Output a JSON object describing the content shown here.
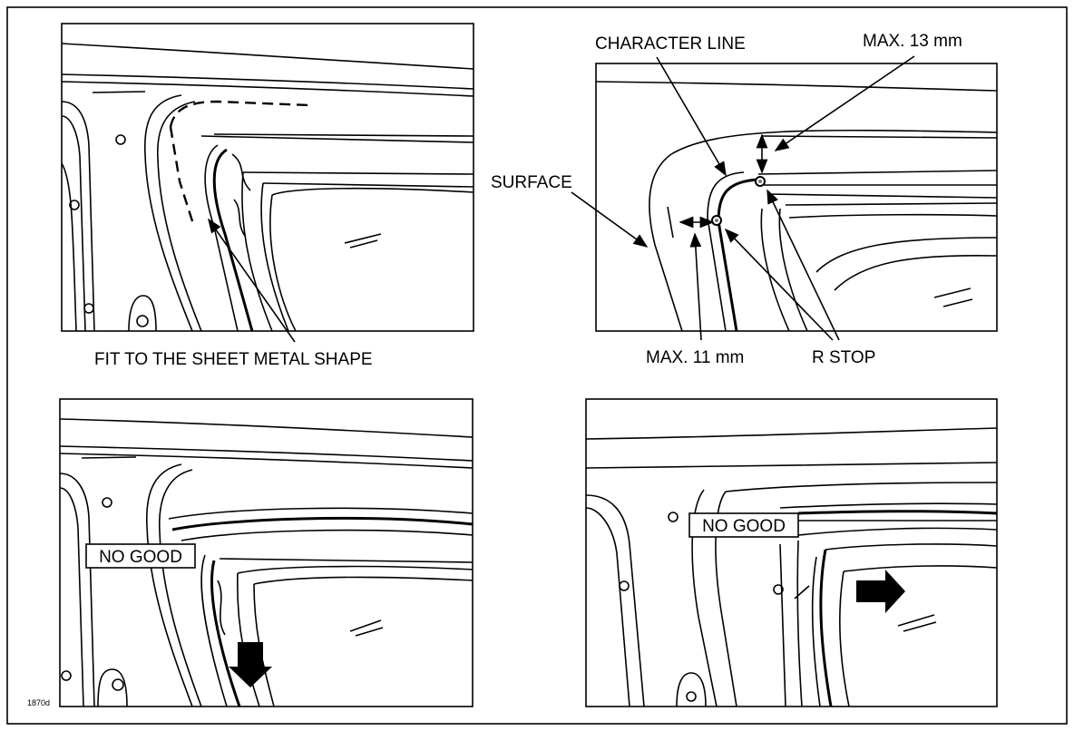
{
  "labels": {
    "fit_sheet_metal": "FIT TO THE SHEET METAL SHAPE",
    "character_line": "CHARACTER LINE",
    "max_13": "MAX. 13 mm",
    "surface": "SURFACE",
    "max_11": "MAX. 11 mm",
    "r_stop": "R STOP",
    "no_good_left": "NO GOOD",
    "no_good_right": "NO GOOD",
    "figure_id": "1870d"
  }
}
